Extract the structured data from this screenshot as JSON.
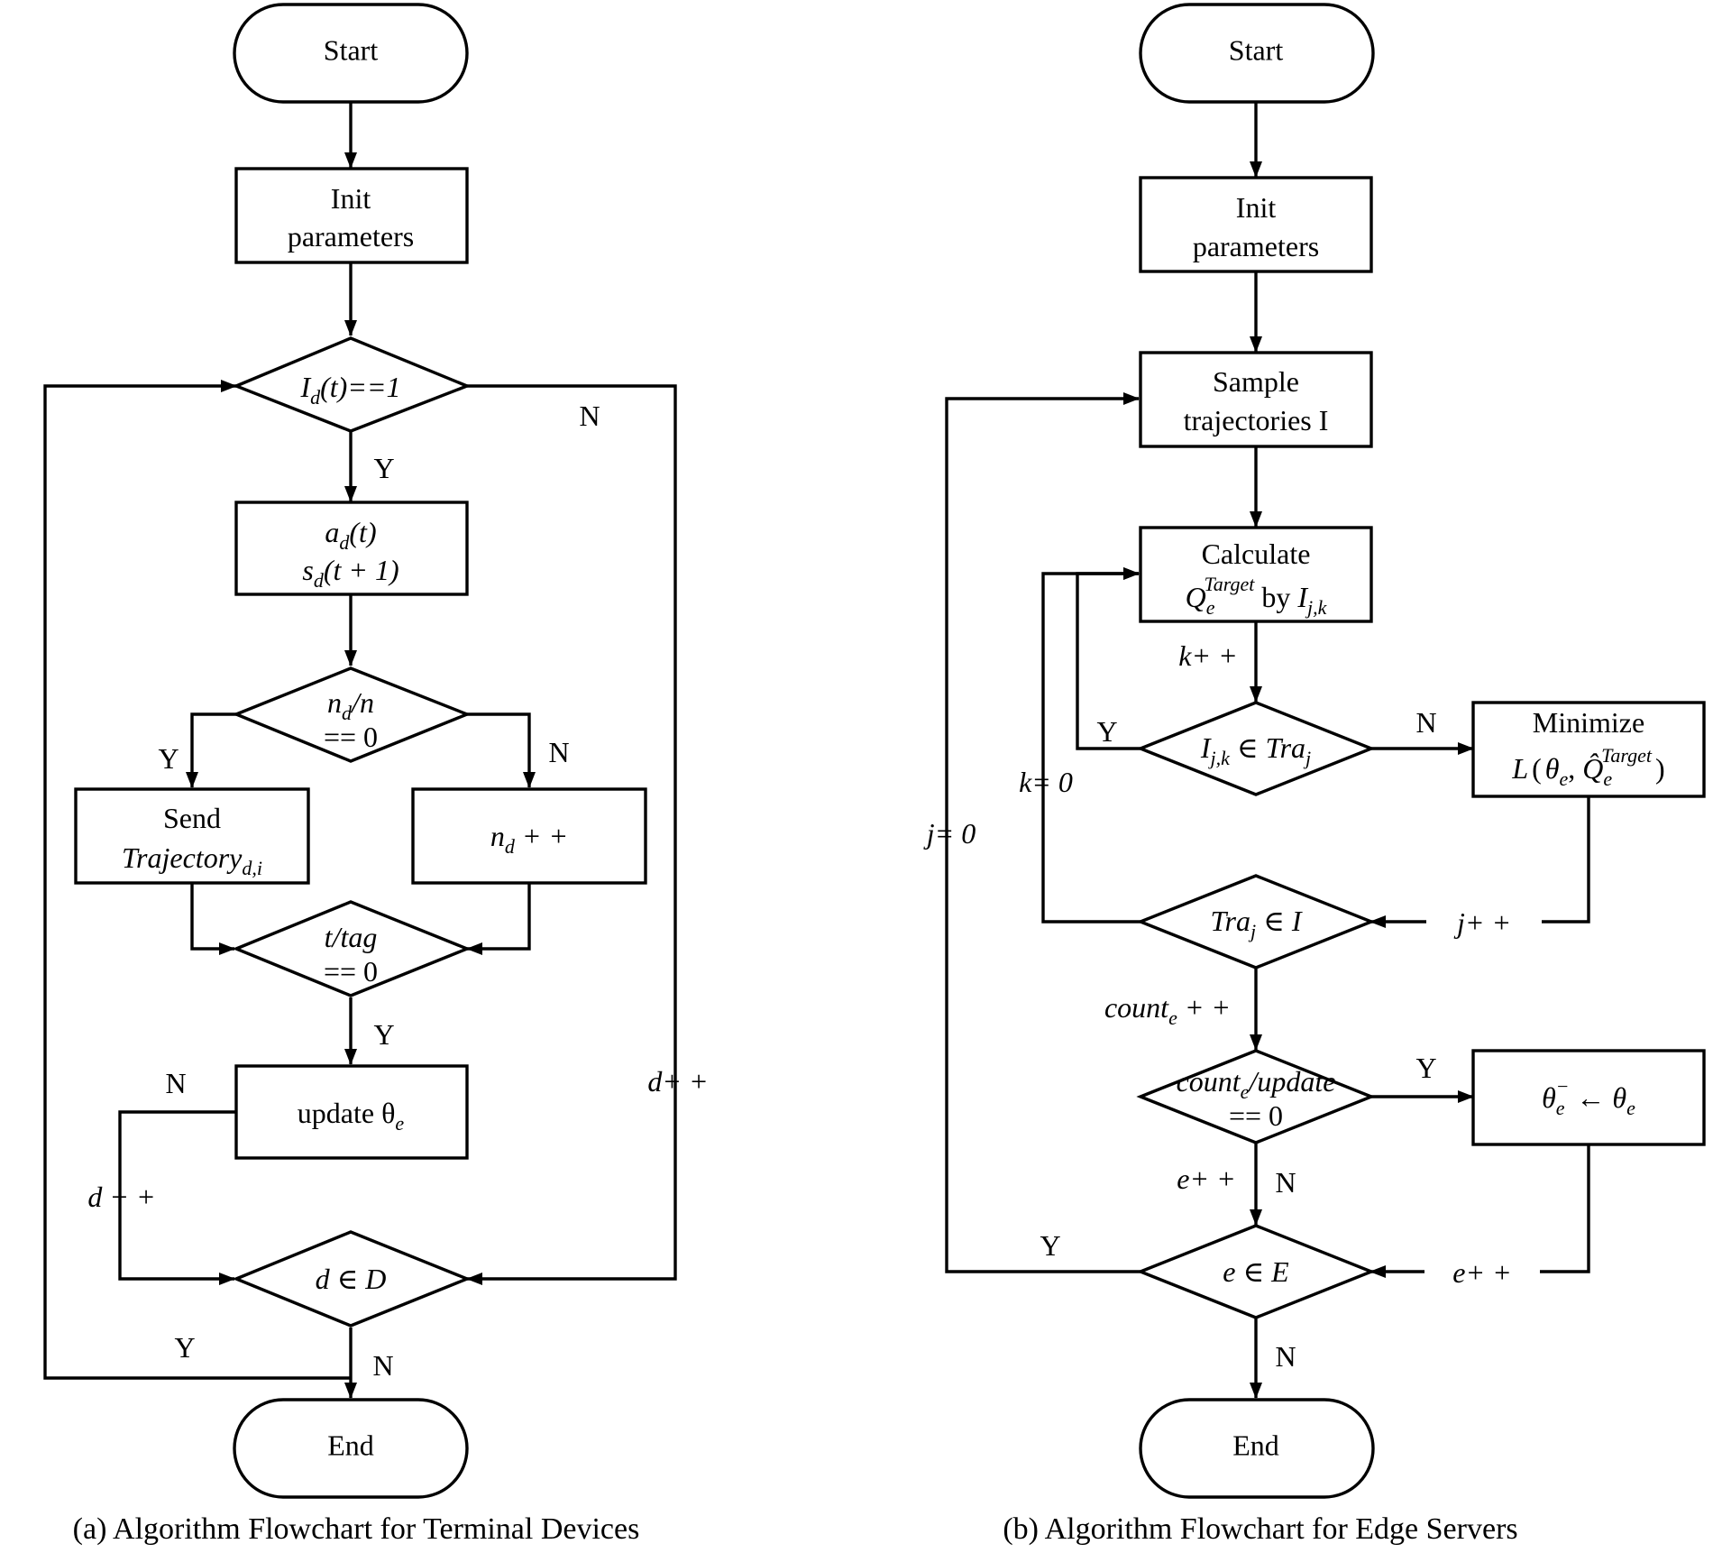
{
  "chart_a": {
    "caption": "(a) Algorithm Flowchart for Terminal Devices",
    "start": "Start",
    "init": [
      "Init",
      "parameters"
    ],
    "cond1": {
      "text": "I",
      "sub": "d",
      "rest": "(t)==1",
      "yes": "Y",
      "no": "N"
    },
    "action": {
      "line1": {
        "base": "a",
        "sub": "d",
        "rest": "(t)"
      },
      "line2": {
        "base": "s",
        "sub": "d",
        "rest": "(t + 1)"
      }
    },
    "cond2": {
      "line1": {
        "base": "n",
        "sub": "d",
        "rest": "/n"
      },
      "line2": "== 0",
      "yes": "Y",
      "no": "N"
    },
    "send": {
      "line1": "Send",
      "base": "Trajectory",
      "sub": "d,i"
    },
    "incr_nd": {
      "base": "n",
      "sub": "d",
      "rest": " + +"
    },
    "cond3": {
      "line1": "t/tag",
      "line2": "== 0",
      "yes": "Y"
    },
    "update": {
      "text": "update θ",
      "sub": "e",
      "no": "N"
    },
    "d_incr_left": "d + +",
    "d_incr_right": "d+ +",
    "cond4": {
      "text": "d  ∈ D",
      "yes": "Y",
      "no": "N"
    },
    "end": "End"
  },
  "chart_b": {
    "caption": "(b) Algorithm Flowchart for Edge Servers",
    "start": "Start",
    "init": [
      "Init",
      "parameters"
    ],
    "sample": [
      "Sample",
      "trajectories I"
    ],
    "calculate": {
      "line1": "Calculate",
      "q": "Q",
      "q_sub": "e",
      "q_sup": "Target",
      "by": " by ",
      "i": "I",
      "i_sub": "j,k"
    },
    "k_incr": "k+ +",
    "cond_ijk": {
      "i": "I",
      "i_sub": "j,k",
      "mid": " ∈ Tra",
      "sub": "j",
      "yes": "Y",
      "no": "N"
    },
    "minimize": {
      "line1": "Minimize",
      "l": "L",
      "theta": "θ",
      "theta_sub": "e",
      "qhat": "Q̂",
      "qhat_sub": "e",
      "qhat_sup": "Target"
    },
    "k_zero": "k= 0",
    "j_zero": "j= 0",
    "cond_traj": {
      "base": "Tra",
      "sub": "j",
      "rest": " ∈ I"
    },
    "j_incr": "j+ +",
    "count_incr": {
      "base": "count",
      "sub": "e",
      "rest": " + +"
    },
    "cond_count": {
      "base": "count",
      "sub": "e",
      "rest": "/update",
      "line2": "== 0",
      "yes": "Y",
      "no": "N"
    },
    "theta_update": {
      "a": "θ",
      "a_sub": "e",
      "a_sup": "−",
      "arrow": " ← θ",
      "b_sub": "e"
    },
    "e_incr_left": "e+ +",
    "e_incr_right": "e+ +",
    "cond_e": {
      "text": "e ∈ E",
      "yes": "Y",
      "no": "N"
    },
    "end": "End"
  }
}
